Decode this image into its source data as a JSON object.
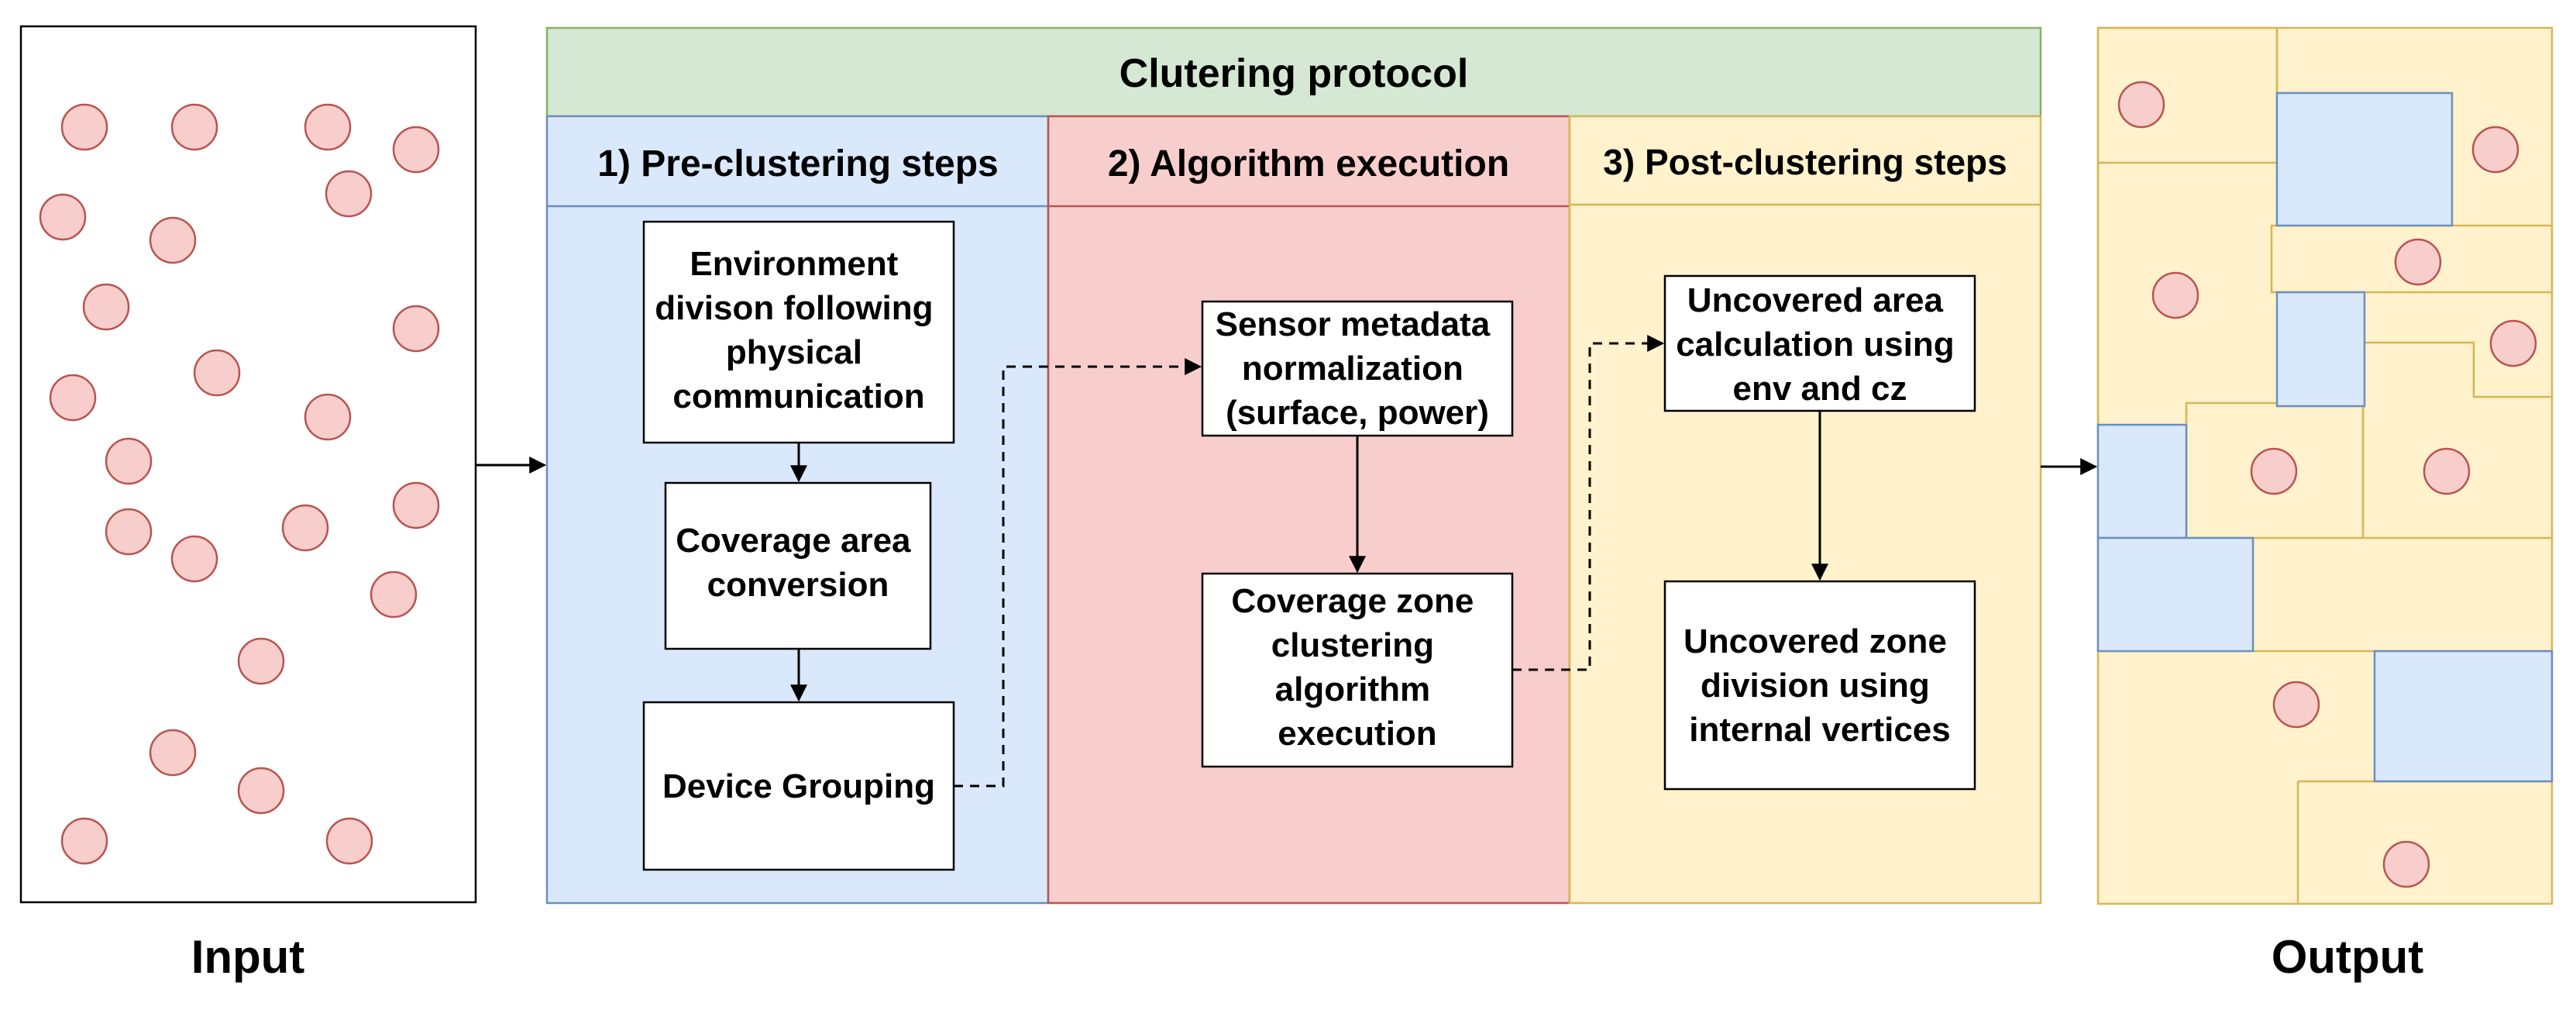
{
  "protocol_title": "Clutering protocol",
  "phases": [
    {
      "title": "1) Pre-clustering steps",
      "color": "#dae8fc",
      "stroke": "#6c8ebf"
    },
    {
      "title": "2) Algorithm execution",
      "color": "#f8cecc",
      "stroke": "#b85450"
    },
    {
      "title": "3) Post-clustering steps",
      "color": "#fff2cc",
      "stroke": "#d6b656"
    }
  ],
  "steps": {
    "environment_division": [
      "Environment",
      "divison following",
      "physical",
      "communication"
    ],
    "coverage_conversion": [
      "Coverage area",
      "conversion"
    ],
    "device_grouping": [
      "Device Grouping"
    ],
    "metadata_normalization": [
      "Sensor metadata",
      "normalization",
      "(surface, power)"
    ],
    "zone_clustering": [
      "Coverage zone",
      "clustering",
      "algorithm",
      "execution"
    ],
    "uncovered_calculation": [
      "Uncovered area",
      "calculation using",
      "env and cz"
    ],
    "uncovered_division": [
      "Uncovered zone",
      "division using",
      "internal vertices"
    ]
  },
  "input_label": "Input",
  "output_label": "Output",
  "colors": {
    "header_green": "#d5e8d4",
    "header_green_stroke": "#82b366",
    "sensor_fill": "#f8cecc",
    "sensor_stroke": "#b85450",
    "output_blue": "#dae8fc",
    "output_blue_stroke": "#6c8ebf"
  }
}
